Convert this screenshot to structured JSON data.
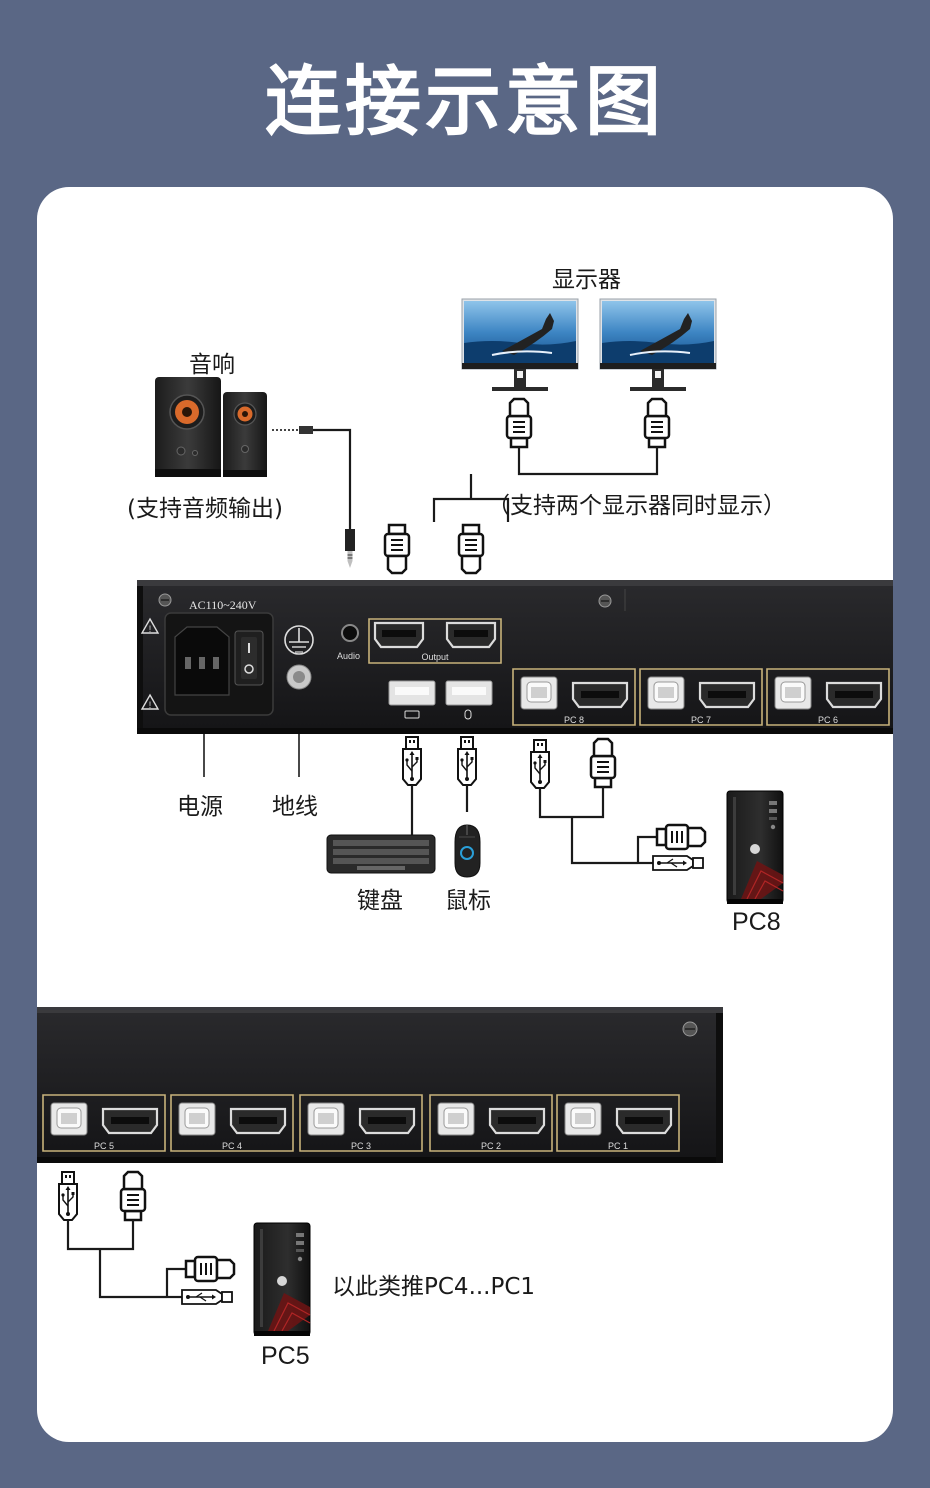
{
  "title": "连接示意图",
  "labels": {
    "monitors": "显示器",
    "audio": "音响",
    "audio_note": "(支持音频输出)",
    "dual_note": "（支持两个显示器同时显示）",
    "power": "电源",
    "ground": "地线",
    "keyboard": "键盘",
    "mouse": "鼠标",
    "pc8": "PC8",
    "pc5": "PC5",
    "etc": "以此类推PC4...PC1"
  },
  "panel_text": {
    "voltage": "AC110~240V",
    "audio_port": "Audio",
    "output": "Output",
    "ports_top": [
      "PC 8",
      "PC 7",
      "PC 6"
    ],
    "ports_bottom": [
      "PC 5",
      "PC 4",
      "PC 3",
      "PC 2",
      "PC 1"
    ]
  },
  "colors": {
    "background": "#5a6785",
    "card": "#ffffff",
    "panel": "#1b1b1d",
    "port_outline": "#c7b27a",
    "cable": "#1a1a1a"
  }
}
